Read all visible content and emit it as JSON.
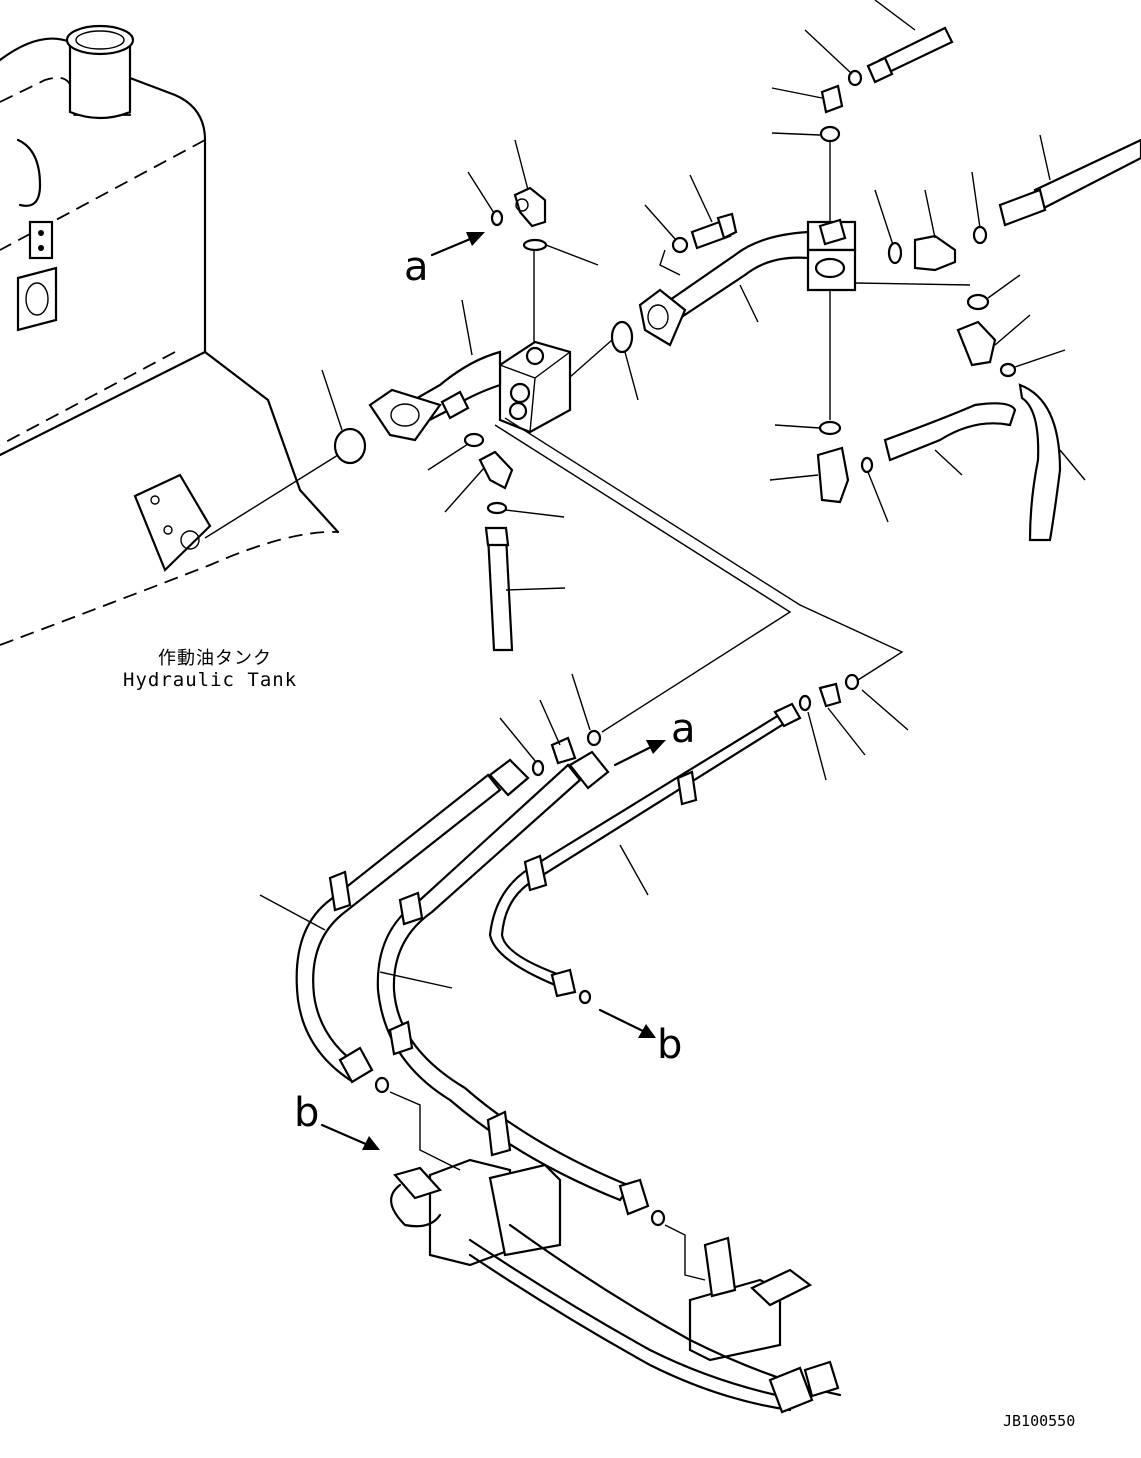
{
  "labels": {
    "tank_jp": "作動油タンク",
    "tank_en": "Hydraulic Tank",
    "ref_a": "a",
    "ref_b": "b",
    "drawing_no": "JB100550"
  }
}
